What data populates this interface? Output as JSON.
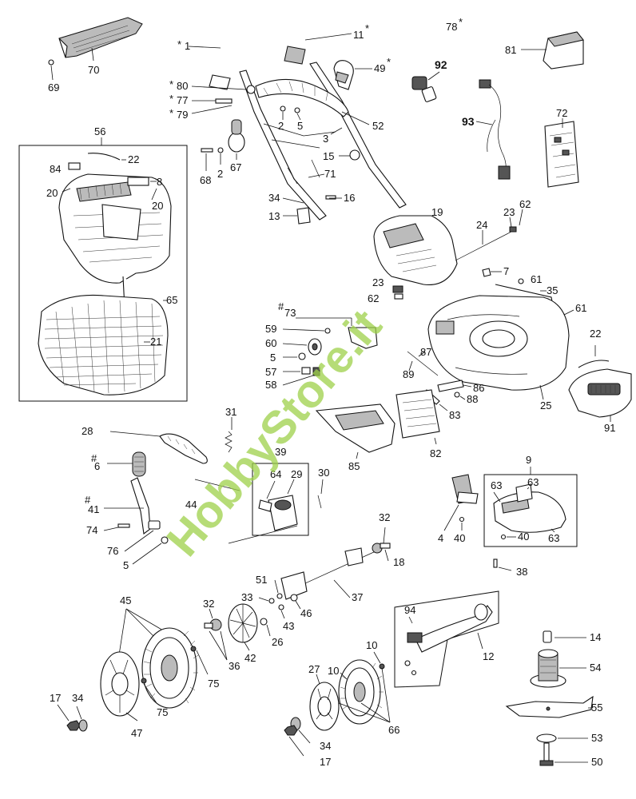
{
  "watermark": "HobbyStore.it",
  "labels": {
    "l1": "1",
    "l11": "11",
    "l78": "78",
    "l81": "81",
    "l70": "70",
    "l69": "69",
    "l92": "92",
    "l49": "49",
    "l80": "80",
    "l77": "77",
    "l79": "79",
    "l93": "93",
    "l72": "72",
    "l52": "52",
    "l3": "3",
    "l2a": "2",
    "l5a": "5",
    "l15": "15",
    "l68": "68",
    "l2b": "2",
    "l67": "67",
    "l71": "71",
    "l56": "56",
    "l22a": "22",
    "l84": "84",
    "l8": "8",
    "l20a": "20",
    "l20b": "20",
    "l34a": "34",
    "l16": "16",
    "l13": "13",
    "l19": "19",
    "l24": "24",
    "l23a": "23",
    "l62a": "62",
    "l65": "65",
    "l21": "21",
    "l7": "7",
    "l61a": "61",
    "l35": "35",
    "l23b": "23",
    "l62b": "62",
    "l73": "73",
    "l61b": "61",
    "l59": "59",
    "l60": "60",
    "l5b": "5",
    "l57": "57",
    "l58": "58",
    "l87": "87",
    "l89": "89",
    "l22b": "22",
    "l86": "86",
    "l88": "88",
    "l83": "83",
    "l25": "25",
    "l91": "91",
    "l31": "31",
    "l28": "28",
    "l6": "6",
    "l39": "39",
    "l85": "85",
    "l82": "82",
    "l64": "64",
    "l29": "29",
    "l30": "30",
    "l9": "9",
    "l63a": "63",
    "l63b": "63",
    "l41": "41",
    "l44": "44",
    "l4": "4",
    "l40a": "40",
    "l40b": "40",
    "l63c": "63",
    "l74": "74",
    "l32a": "32",
    "l76": "76",
    "l5c": "5",
    "l18": "18",
    "l38": "38",
    "l51": "51",
    "l37": "37",
    "l33": "33",
    "l43": "43",
    "l46": "46",
    "l45": "45",
    "l32b": "32",
    "l94": "94",
    "l26": "26",
    "l14": "14",
    "l36": "36",
    "l42": "42",
    "l12": "12",
    "l10a": "10",
    "l27": "27",
    "l10b": "10",
    "l54": "54",
    "l75a": "75",
    "l75b": "75",
    "l55": "55",
    "l17a": "17",
    "l34b": "34",
    "l47": "47",
    "l66": "66",
    "l53": "53",
    "l34c": "34",
    "l17b": "17",
    "l50": "50"
  },
  "marks": {
    "star": "*",
    "hash": "#"
  }
}
